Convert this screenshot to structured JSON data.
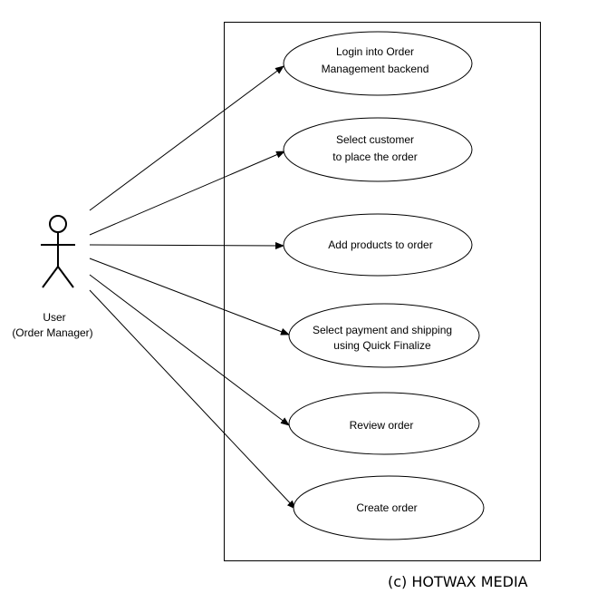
{
  "diagram": {
    "actor": {
      "name": "User",
      "role": "(Order Manager)"
    },
    "use_cases": [
      {
        "id": "login",
        "lines": [
          "Login into Order",
          "Management backend"
        ]
      },
      {
        "id": "select-customer",
        "lines": [
          "Select customer",
          "to place the order"
        ]
      },
      {
        "id": "add-products",
        "lines": [
          "Add products to order"
        ]
      },
      {
        "id": "select-payment",
        "lines": [
          "Select payment and shipping",
          "using Quick Finalize"
        ]
      },
      {
        "id": "review",
        "lines": [
          "Review order"
        ]
      },
      {
        "id": "create",
        "lines": [
          "Create order"
        ]
      }
    ],
    "footer": {
      "copyright": "(c) HOTWAX MEDIA"
    }
  }
}
